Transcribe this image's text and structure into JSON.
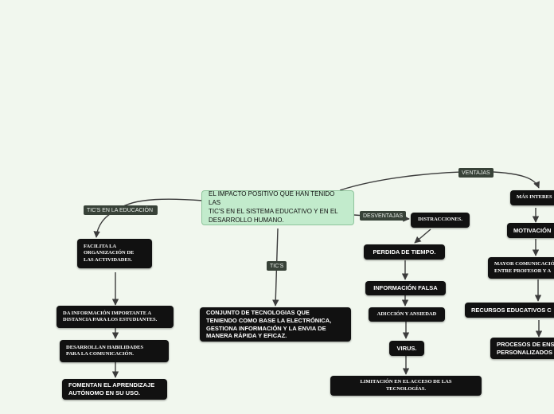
{
  "root": {
    "text": "EL IMPACTO POSITIVO QUE HAN TENIDO LAS\nTIC'S EN EL SISTEMA EDUCATIVO Y EN EL\nDESARROLLO HUMANO."
  },
  "branch_labels": {
    "educacion": "TIC'S EN LA EDUCACIÓN",
    "tics": "TIC'S",
    "desventajas": "DESVENTAJAS",
    "ventajas": "VENTAJAS"
  },
  "educacion_nodes": [
    "FACILITA LA\nORGANIZACIÓN DE\nLAS ACTIVIDADES.",
    "DA INFORMACIÓN IMPORTANTE A\nDISTANCIA PARA LOS ESTUDIANTES.",
    "DESARROLLAN HABILIDADES\nPARA LA COMUNICACIÓN.",
    "FOMENTAN EL APRENDIZAJE\nAUTÓNOMO EN SU USO."
  ],
  "tics_node": "CONJUNTO DE TECNOLOGIAS QUE\nTENIENDO COMO BASE LA ELECTRÓNICA,\nGESTIONA INFORMACIÓN Y LA ENVIA DE\nMANERA RÁPIDA Y EFICAZ.",
  "desventajas_nodes": [
    "DISTRACCIONES.",
    "PERDIDA DE TIEMPO.",
    "INFORMACIÓN FALSA",
    "ADICCIÓN Y ANSIEDAD",
    "VIRUS.",
    "LIMITACIÓN EN EL ACCESO DE LAS\nTECNOLOGÍAS."
  ],
  "ventajas_nodes": [
    "MÁS INTERES",
    "MOTIVACIÓN",
    "MAYOR COMUNICACIÓN\nENTRE PROFESOR Y A",
    "RECURSOS EDUCATIVOS C",
    "PROCESOS DE ENS\nPERSONALIZADOS"
  ],
  "colors": {
    "background": "#f1f7ee",
    "root_fill": "#c2ebcc",
    "node_fill": "#111111",
    "tag_fill": "#384238",
    "line": "#3b3b3b"
  }
}
